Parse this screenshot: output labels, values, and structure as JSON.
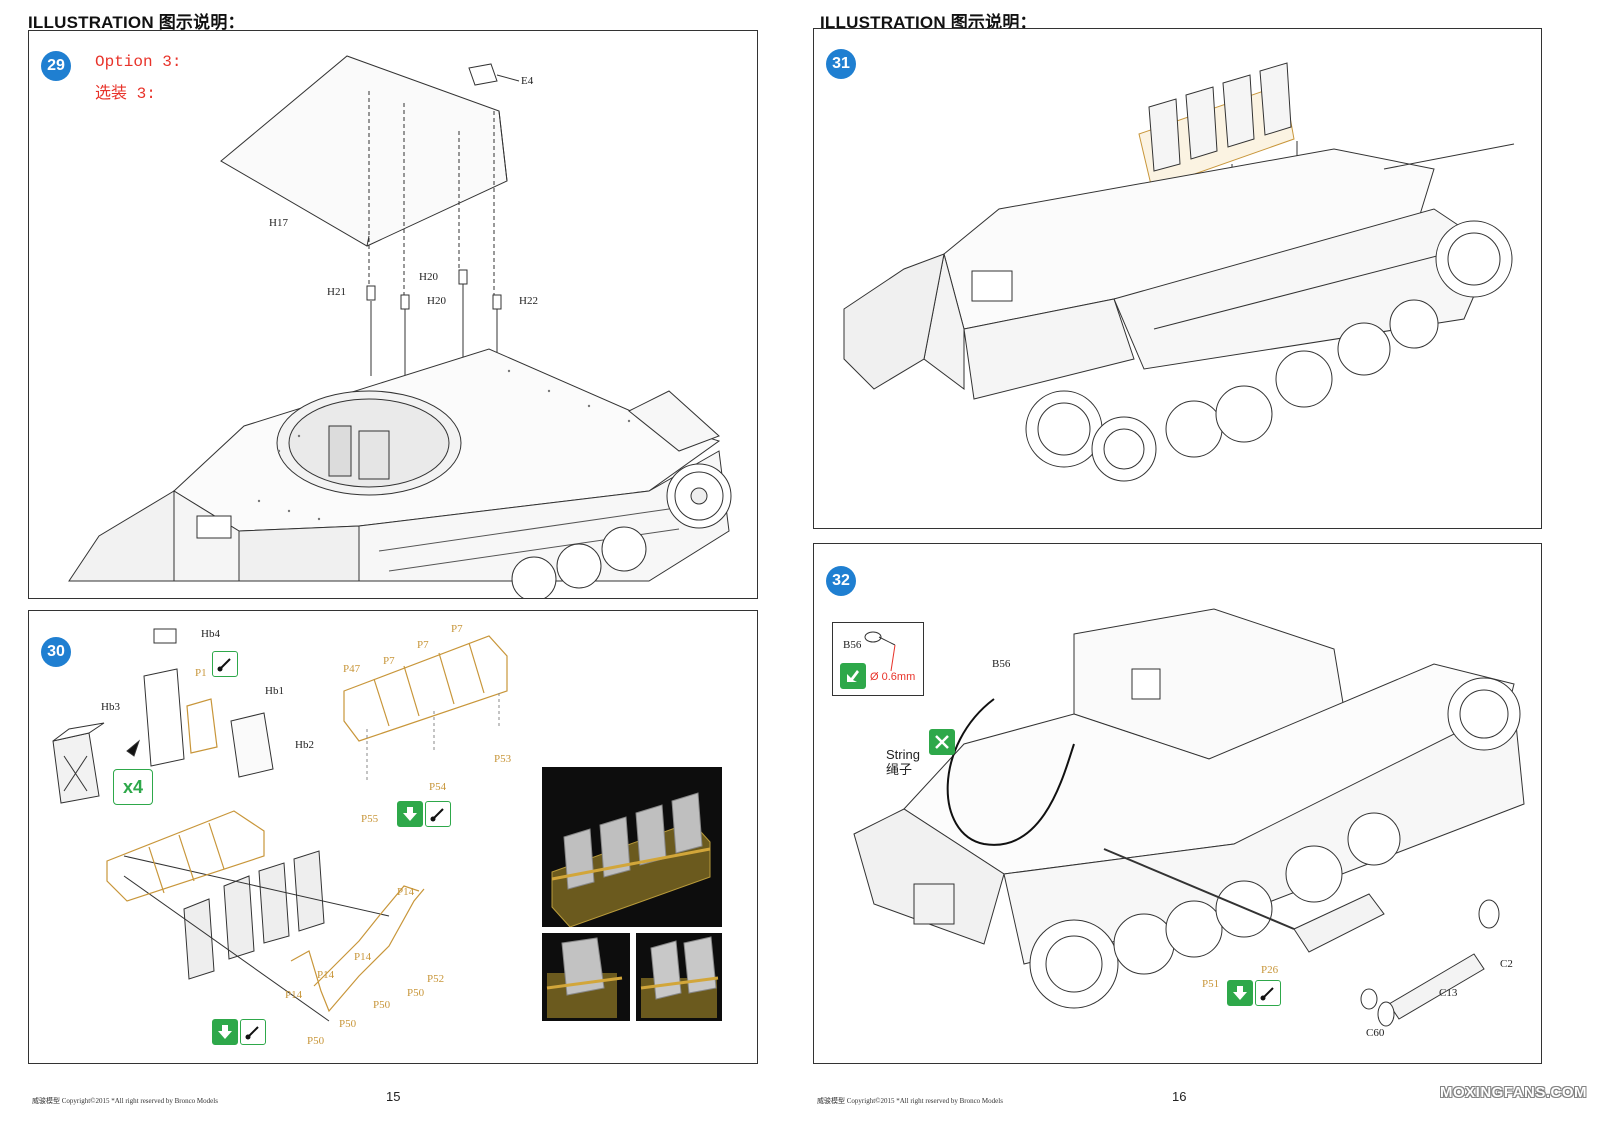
{
  "pages": [
    {
      "title": "ILLUSTRATION 图示说明：",
      "footer": "威骏模型  Copyright©2015  *All right reserved by Bronco Models",
      "page_number": "15"
    },
    {
      "title": "ILLUSTRATION 图示说明：",
      "footer": "威骏模型  Copyright©2015  *All right reserved by Bronco Models",
      "page_number": "16"
    }
  ],
  "steps": {
    "s29": {
      "number": "29",
      "option_en": "Option 3:",
      "option_cn": "选装 3:",
      "parts": [
        "E4",
        "H17",
        "H20",
        "H21",
        "H20",
        "H22"
      ]
    },
    "s30": {
      "number": "30",
      "multiplier": "x4",
      "parts": [
        "Hb4",
        "P1",
        "Hb1",
        "Hb3",
        "Hb2",
        "P47",
        "P7",
        "P7",
        "P7",
        "P53",
        "P54",
        "P55",
        "P14",
        "P14",
        "P14",
        "P52",
        "P50",
        "P50",
        "P50",
        "P14",
        "P50"
      ]
    },
    "s31": {
      "number": "31"
    },
    "s32": {
      "number": "32",
      "inset_part": "B56",
      "diameter": "Ø 0.6mm",
      "string_en": "String",
      "string_cn": "绳子",
      "parts": [
        "B56",
        "P51",
        "P26",
        "C2",
        "C13",
        "C60"
      ]
    }
  },
  "icons": {
    "glue": "glue-icon",
    "cut": "cut-icon",
    "paint": "paint-icon"
  },
  "colors": {
    "step_badge": "#1f7fd1",
    "instruction_icon": "#2ea84a",
    "option_text": "#e8332a",
    "part_highlight": "#c8963a"
  },
  "watermark": "MOXINGFANS.COM"
}
